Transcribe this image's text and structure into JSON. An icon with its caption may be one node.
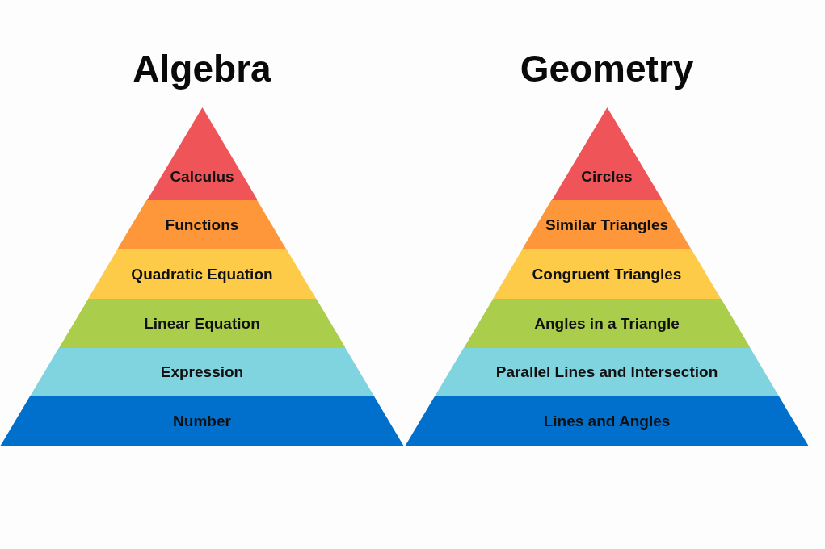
{
  "diagram": {
    "nodes": [
      {
        "text": [
          "Algebra"
        ]
      },
      {
        "text": [
          "Calculus"
        ],
        "in": 0
      },
      {
        "text": [
          "Functions"
        ],
        "in": 0
      },
      {
        "text": [
          "Quadratic Equation"
        ],
        "in": 0
      },
      {
        "text": [
          "Linear Equation"
        ],
        "in": 0
      },
      {
        "text": [
          "Expression"
        ],
        "in": 0
      },
      {
        "text": [
          "Number"
        ],
        "in": 0
      },
      {
        "text": [
          "Geometry"
        ]
      },
      {
        "text": [
          "Circles"
        ],
        "in": 7
      },
      {
        "text": [
          "Similar Triangles"
        ],
        "in": 7
      },
      {
        "text": [
          "Congruent Triangles"
        ],
        "in": 7
      },
      {
        "text": [
          "Angles in a Triangle"
        ],
        "in": 7
      },
      {
        "text": [
          "Parallel Lines and Intersection"
        ],
        "in": 7
      },
      {
        "text": [
          "Lines and Angles"
        ],
        "in": 7
      }
    ]
  }
}
